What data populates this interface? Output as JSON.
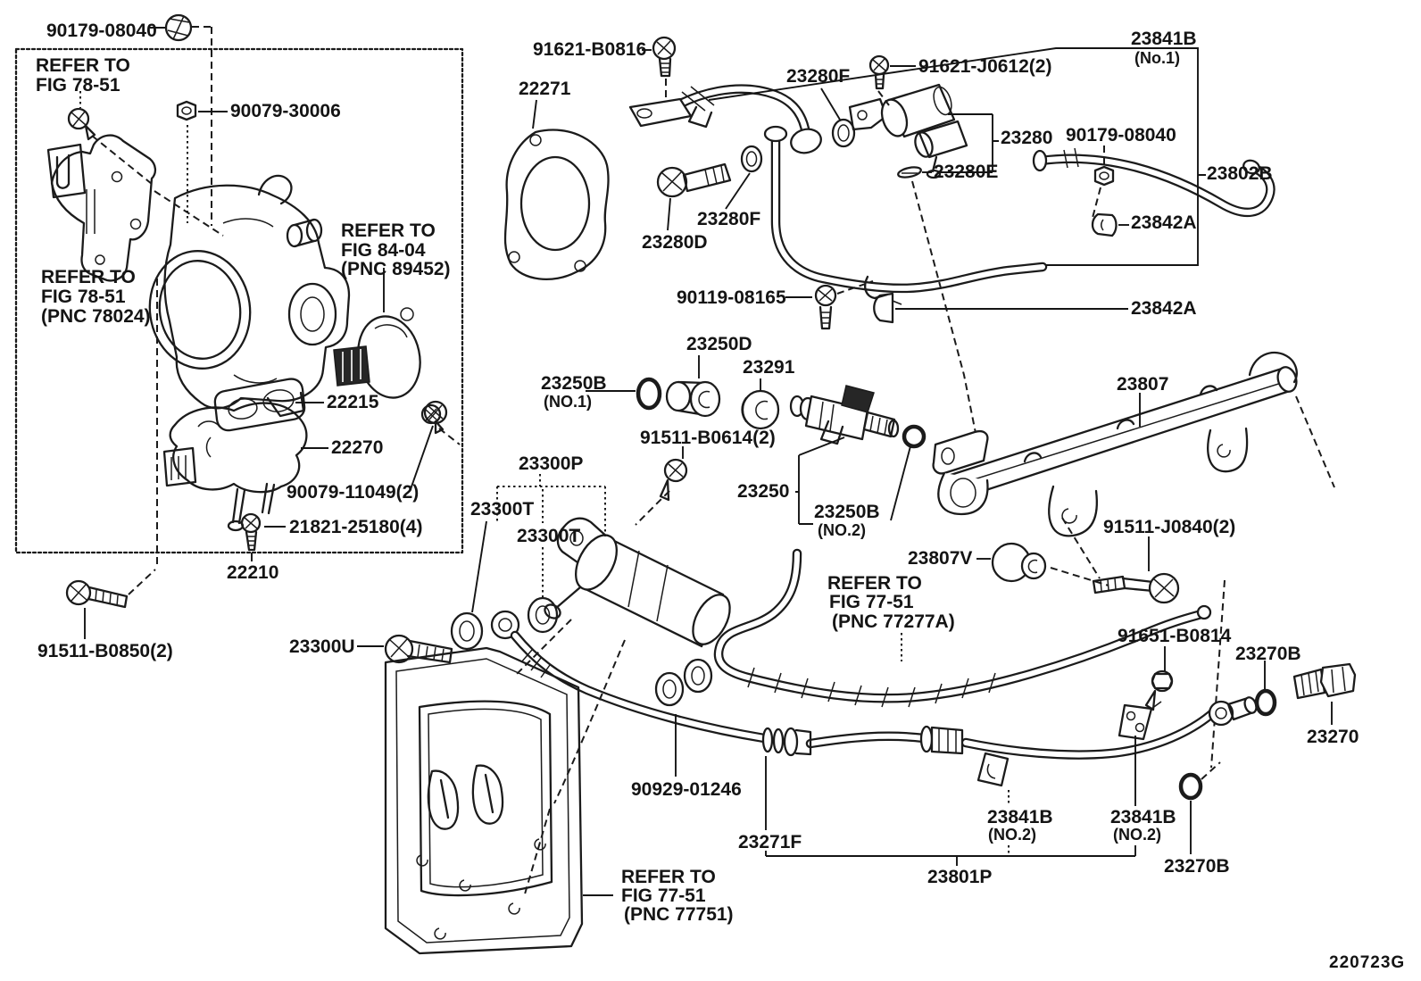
{
  "diagram": {
    "type": "parts-exploded-diagram",
    "subject": "Fuel injection system / throttle body and fuel pipes",
    "code": "220723G"
  },
  "labels": {
    "p90179_08040_a": "90179-08040",
    "p90079_30006": "90079-30006",
    "p22215": "22215",
    "p22270": "22270",
    "p90079_11049": "90079-11049(2)",
    "p21821_25180": "21821-25180(4)",
    "p22210": "22210",
    "p91511_B0850": "91511-B0850(2)",
    "p23300U": "23300U",
    "p91621_B0816": "91621-B0816",
    "p22271": "22271",
    "p23280F_a": "23280F",
    "p91621_J0612": "91621-J0612(2)",
    "p23280": "23280",
    "p90179_08040_b": "90179-08040",
    "p23280E": "23280E",
    "p23280F_b": "23280F",
    "p23280D": "23280D",
    "p90119_08165": "90119-08165",
    "p23841B_no1": "23841B",
    "p23841B_no1_sub": "(No.1)",
    "p23802B": "23802B",
    "p23842A_a": "23842A",
    "p23842A_b": "23842A",
    "p23250D": "23250D",
    "p23291": "23291",
    "p23250B_no1": "23250B",
    "p23250B_no1_sub": "(NO.1)",
    "p91511_B0614": "91511-B0614(2)",
    "p23300P": "23300P",
    "p23250": "23250",
    "p23300T_a": "23300T",
    "p23300T_b": "23300T",
    "p23250B_no2": "23250B",
    "p23250B_no2_sub": "(NO.2)",
    "p23807": "23807",
    "p91511_J0840": "91511-J0840(2)",
    "p23807V": "23807V",
    "p91651_B0814": "91651-B0814",
    "p23270B_a": "23270B",
    "p23270": "23270",
    "p90929_01246": "90929-01246",
    "p23271F": "23271F",
    "p23841B_no2_a": "23841B",
    "p23841B_no2_a_sub": "(NO.2)",
    "p23841B_no2_b": "23841B",
    "p23841B_no2_b_sub": "(NO.2)",
    "p23801P": "23801P",
    "p23270B_b": "23270B"
  },
  "references": {
    "fig78_51_a": {
      "l1": "REFER TO",
      "l2": "FIG 78-51"
    },
    "fig78_51_b": {
      "l1": "REFER TO",
      "l2": "FIG 78-51",
      "l3": "(PNC 78024)"
    },
    "fig84_04": {
      "l1": "REFER TO",
      "l2": "FIG 84-04",
      "l3": "(PNC 89452)"
    },
    "fig77_51_a": {
      "l1": "REFER TO",
      "l2": "FIG 77-51",
      "l3": "(PNC 77277A)"
    },
    "fig77_51_b": {
      "l1": "REFER TO",
      "l2": "FIG 77-51",
      "l3": "(PNC 77751)"
    }
  }
}
